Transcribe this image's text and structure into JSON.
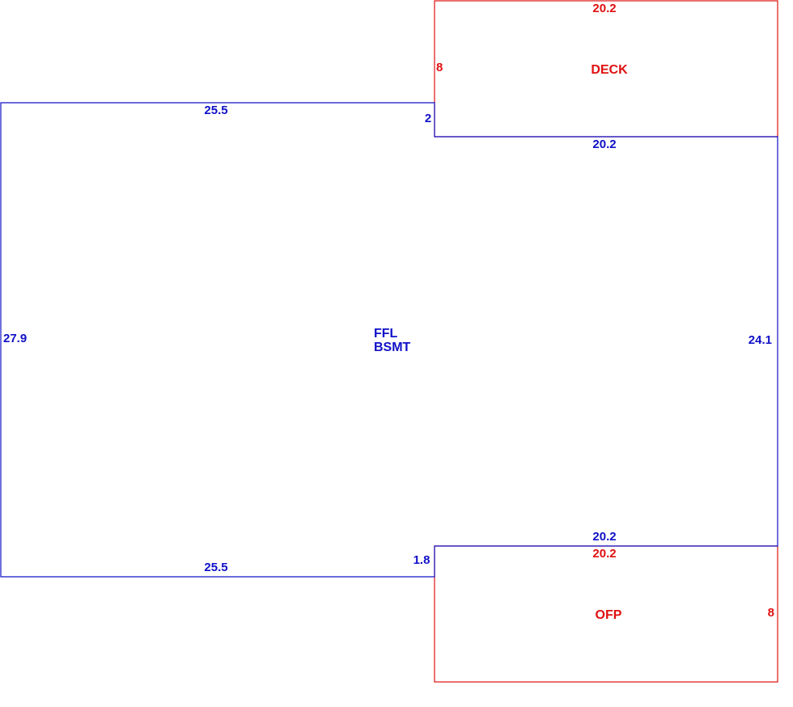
{
  "colors": {
    "main_structure": "#1010c8",
    "attachments": "#e01010"
  },
  "main_area": {
    "name_line1": "FFL",
    "name_line2": "BSMT",
    "dims": {
      "top_left": "25.5",
      "step_top": "2",
      "left": "27.9",
      "right": "24.1",
      "bottom_left": "25.5",
      "step_bottom": "1.8",
      "upper_right_segment": "20.2",
      "lower_right_segment": "20.2"
    }
  },
  "deck": {
    "name": "DECK",
    "dims": {
      "width": "20.2",
      "depth": "8"
    }
  },
  "ofp": {
    "name": "OFP",
    "dims": {
      "width": "20.2",
      "depth": "8"
    }
  }
}
